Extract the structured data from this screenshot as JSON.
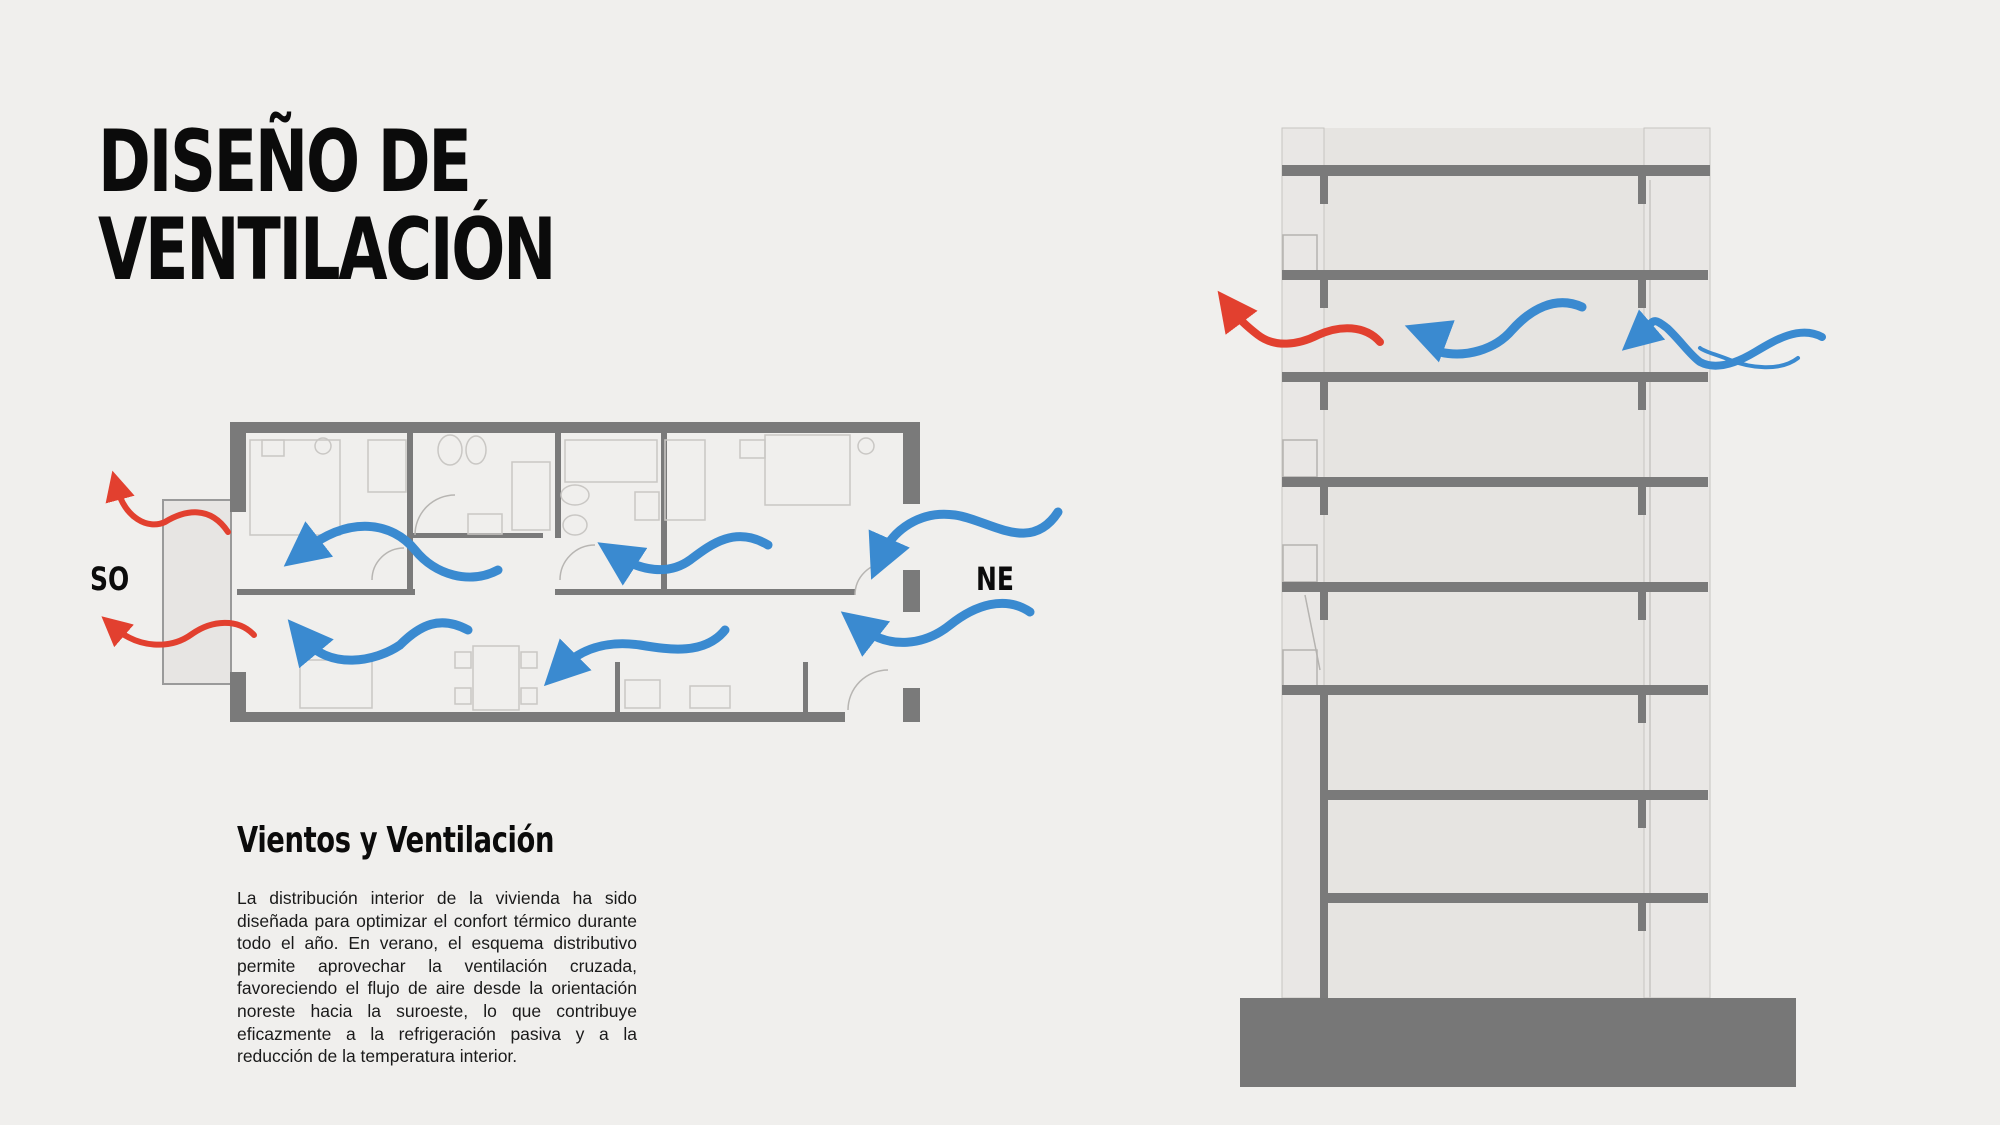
{
  "title": {
    "line1": "DISEÑO DE",
    "line2": "VENTILACIÓN"
  },
  "orientation": {
    "southwest": "SO",
    "northeast": "NE"
  },
  "section": {
    "heading": "Vientos y Ventilación",
    "paragraph": "La distribución interior de la vivienda ha sido diseñada para optimizar el confort térmico durante todo el año. En verano, el esquema distributivo permite aprovechar la ventilación cruzada, favoreciendo el flujo de aire desde la orientación noreste hacia la suroeste, lo que contribuye eficazmente a la refrigeración pasiva y a la reducción de la temperatura interior."
  },
  "colors": {
    "background": "#f0efed",
    "wall": "#7a7a7a",
    "foundation": "#777777",
    "air_in": "#3a8ad0",
    "air_out": "#e2402f"
  },
  "icons": [
    "airflow-in-arrow",
    "airflow-out-arrow"
  ]
}
